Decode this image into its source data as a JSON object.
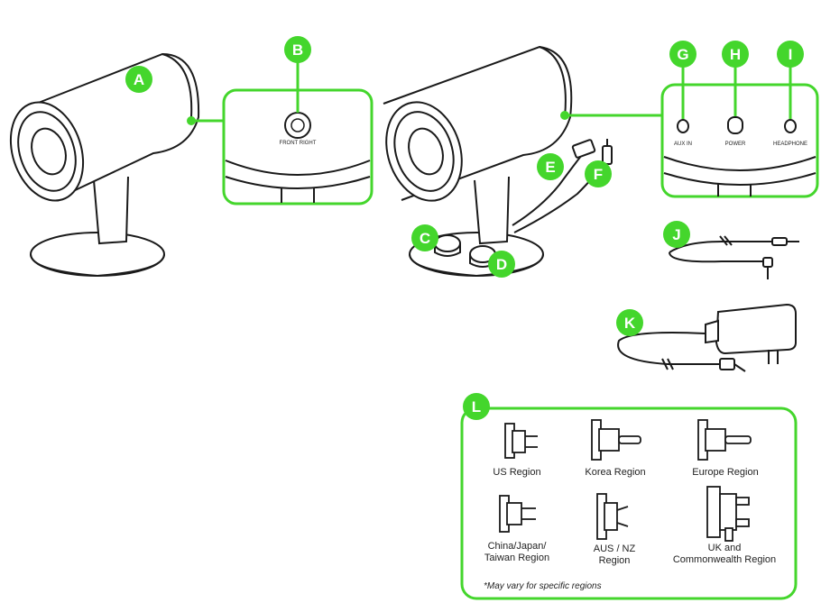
{
  "colors": {
    "accent": "#44d62c",
    "line": "#1a1a1a",
    "background": "#ffffff"
  },
  "callouts": {
    "A": "A",
    "B": "B",
    "C": "C",
    "D": "D",
    "E": "E",
    "F": "F",
    "G": "G",
    "H": "H",
    "I": "I",
    "J": "J",
    "K": "K",
    "L": "L"
  },
  "front_panel": {
    "button_label": "FRONT RIGHT"
  },
  "rear_panel": {
    "aux_label": "AUX IN",
    "power_label": "POWER",
    "headphone_label": "HEADPHONE"
  },
  "regions": {
    "us": [
      "US Region"
    ],
    "korea": [
      "Korea Region"
    ],
    "europe": [
      "Europe Region"
    ],
    "china": [
      "China/Japan/",
      "Taiwan Region"
    ],
    "aus": [
      "AUS / NZ",
      "Region"
    ],
    "uk": [
      "UK and",
      "Commonwealth Region"
    ],
    "note": "*May vary for specific regions"
  }
}
